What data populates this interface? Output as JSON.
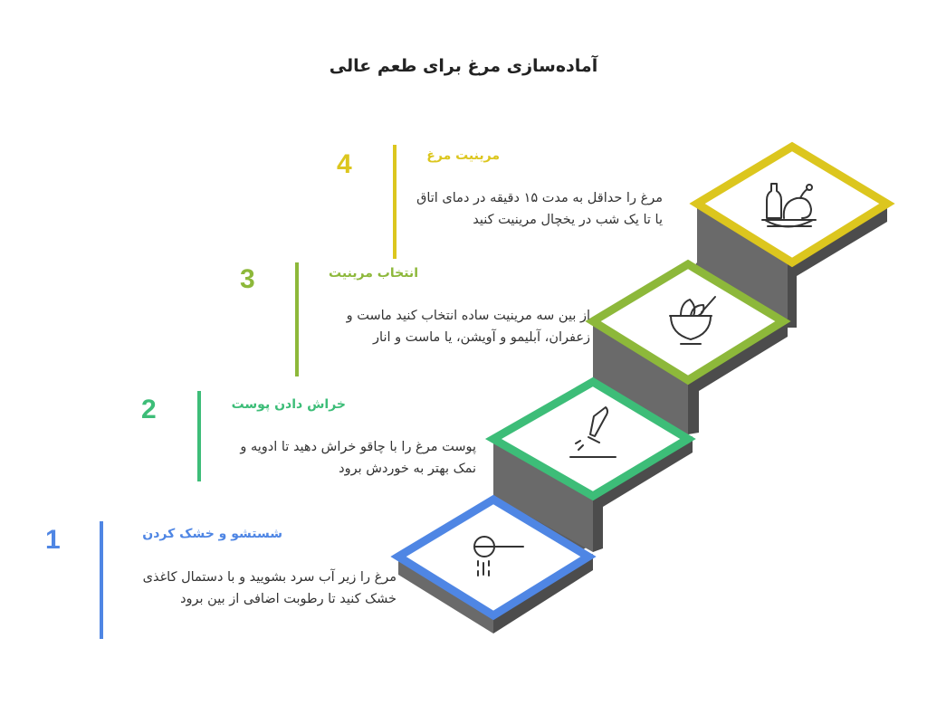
{
  "title": "آماده‌سازی مرغ برای طعم عالی",
  "colors": {
    "step1": "#4f86e4",
    "step2": "#3dbd78",
    "step3": "#8db83a",
    "step4": "#dcc61e",
    "stair_top": "#4a4a4a",
    "stair_side": "#5e5e5e",
    "icon": "#333333"
  },
  "steps": [
    {
      "number": "1",
      "heading": "شستشو و خشک کردن",
      "text": "مرغ را زیر آب سرد بشویید و با دستمال کاغذی خشک کنید تا رطوبت اضافی از بین برود",
      "icon": "faucet-icon"
    },
    {
      "number": "2",
      "heading": "خراش دادن پوست",
      "text": "پوست مرغ را با چاقو خراش دهید تا ادویه و نمک بهتر به خوردش برود",
      "icon": "knife-icon"
    },
    {
      "number": "3",
      "heading": "انتخاب مرینیت",
      "text": "از بین سه مرینیت ساده انتخاب کنید ماست و زعفران، آبلیمو و آویشن، یا ماست و انار",
      "icon": "mortar-bowl-icon"
    },
    {
      "number": "4",
      "heading": "مرینیت مرغ",
      "text": "مرغ را حداقل به مدت ۱۵ دقیقه در دمای اتاق یا تا یک شب در یخچال مرینیت کنید",
      "icon": "roast-chicken-icon"
    }
  ]
}
